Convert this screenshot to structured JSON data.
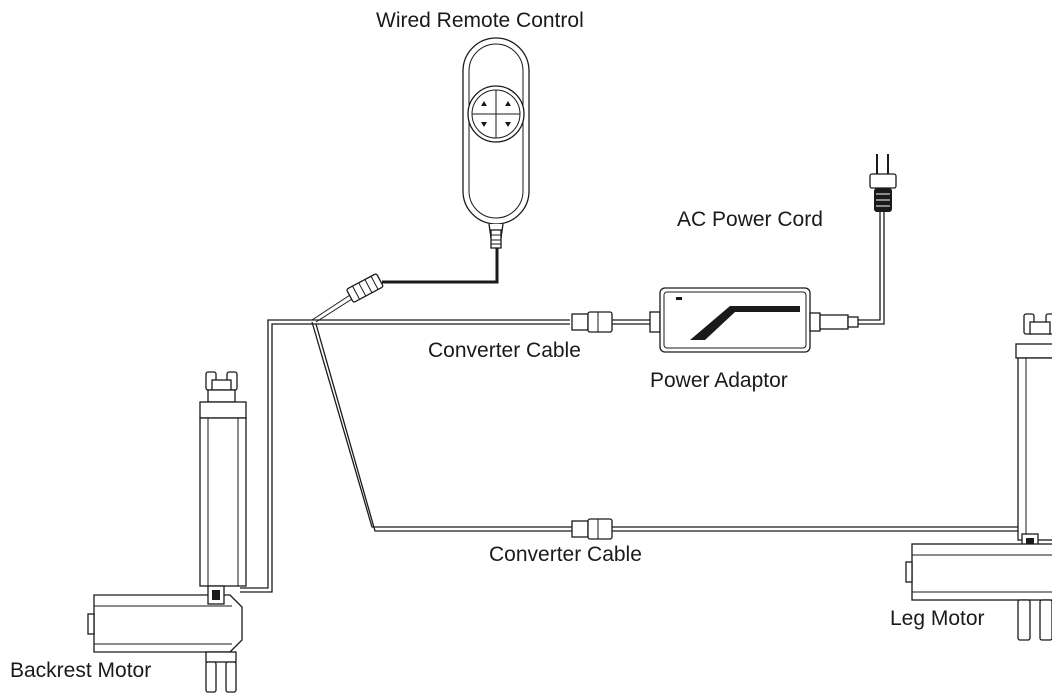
{
  "labels": {
    "remote": "Wired Remote Control",
    "ac_cord": "AC Power Cord",
    "converter_top": "Converter Cable",
    "adaptor": "Power Adaptor",
    "converter_bottom": "Converter Cable",
    "leg_motor": "Leg Motor",
    "backrest_motor": "Backrest Motor"
  },
  "colors": {
    "line": "#1a1a1a",
    "background": "#ffffff"
  }
}
